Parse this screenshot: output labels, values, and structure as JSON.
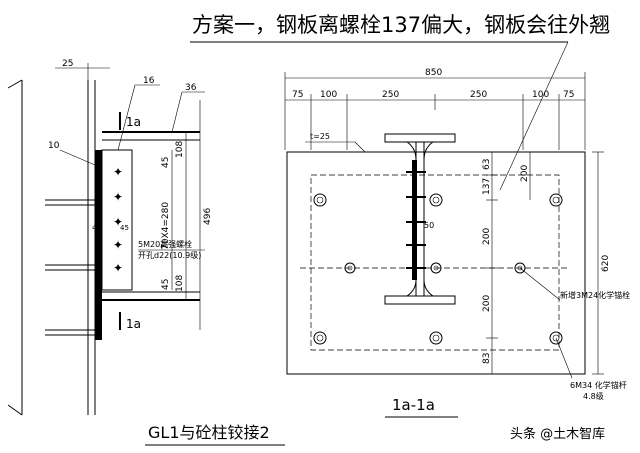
{
  "title": "方案一，钢板离螺栓137偏大，钢板会往外翘",
  "left_view": {
    "caption": "GL1与砼柱铰接2",
    "dim_top": "25",
    "label_16": "16",
    "label_36": "36",
    "label_10": "10",
    "section_mark": "1a",
    "dims_vertical": [
      "45",
      "108",
      "70X4=280",
      "45",
      "108",
      "496"
    ],
    "dims_horizontal": [
      "45",
      "45"
    ],
    "bolt_note_1": "5M20高强螺栓",
    "bolt_note_2": "开孔d22(10.9级)"
  },
  "right_view": {
    "caption": "1a-1a",
    "dim_total": "850",
    "dims_top": [
      "75",
      "100",
      "250",
      "250",
      "100",
      "75"
    ],
    "plate_label": "t=25",
    "dims_left": [
      "63",
      "137",
      "200",
      "200",
      "83"
    ],
    "dim_right_total": "620",
    "dim_inner_200": "200",
    "dim_50": "50",
    "anchor_note_1": "新增3M24化学锚栓",
    "anchor_note_2": "6M34 化学锚杆",
    "anchor_note_3": "4.8级"
  },
  "watermark": "头条 @土木智库"
}
